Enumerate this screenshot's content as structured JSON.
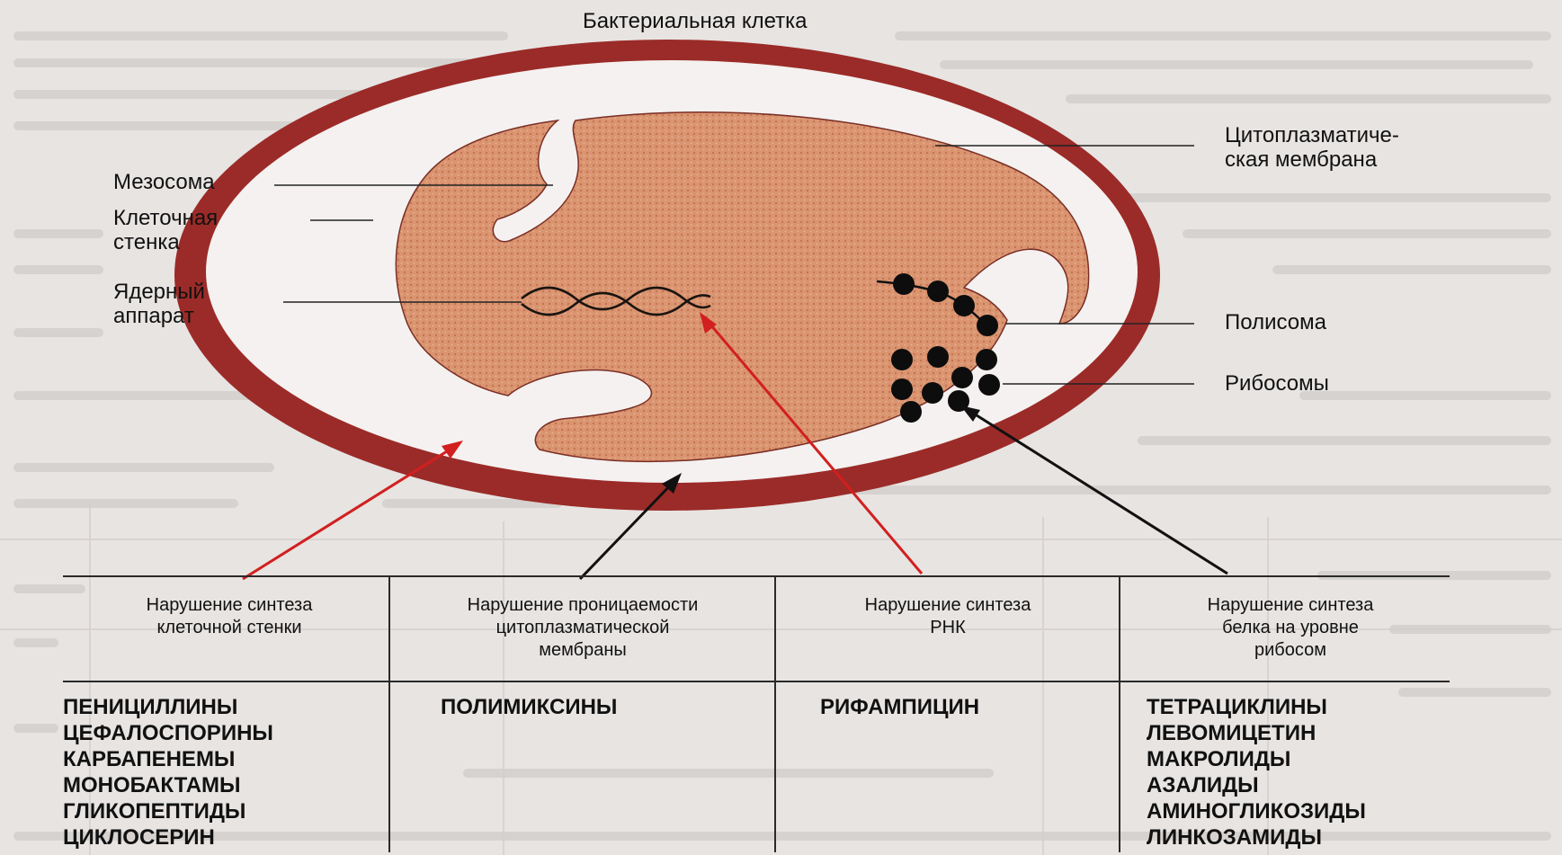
{
  "title": "Бактериальная клетка",
  "labels": {
    "mesosome": "Мезосома",
    "cell_wall_1": "Клеточная",
    "cell_wall_2": "стенка",
    "nucleus_1": "Ядерный",
    "nucleus_2": "аппарат",
    "membrane_1": "Цитоплазматиче-",
    "membrane_2": "ская мембрана",
    "polysome": "Полисома",
    "ribosomes": "Рибосомы"
  },
  "columns": [
    {
      "header": [
        "Нарушение синтеза",
        "клеточной стенки"
      ],
      "drugs": [
        "ПЕНИЦИЛЛИНЫ",
        "ЦЕФАЛОСПОРИНЫ",
        "КАРБАПЕНЕМЫ",
        "МОНОБАКТАМЫ",
        "ГЛИКОПЕПТИДЫ",
        "ЦИКЛОСЕРИН"
      ]
    },
    {
      "header": [
        "Нарушение проницаемости",
        "цитоплазматической",
        "мембраны"
      ],
      "drugs": [
        "ПОЛИМИКСИНЫ"
      ]
    },
    {
      "header": [
        "Нарушение синтеза",
        "РНК"
      ],
      "drugs": [
        "РИФАМПИЦИН"
      ]
    },
    {
      "header": [
        "Нарушение синтеза",
        "белка на уровне",
        "рибосом"
      ],
      "drugs": [
        "ТЕТРАЦИКЛИНЫ",
        "ЛЕВОМИЦЕТИН",
        "МАКРОЛИДЫ",
        "АЗАЛИДЫ",
        "АМИНОГЛИКОЗИДЫ",
        "ЛИНКОЗАМИДЫ"
      ]
    }
  ],
  "colors": {
    "cell_wall": "#9b2b28",
    "cytoplasm": "#d9916d",
    "arrow_red": "#d21f1f",
    "arrow_black": "#111111",
    "background": "#e7e4e2"
  }
}
